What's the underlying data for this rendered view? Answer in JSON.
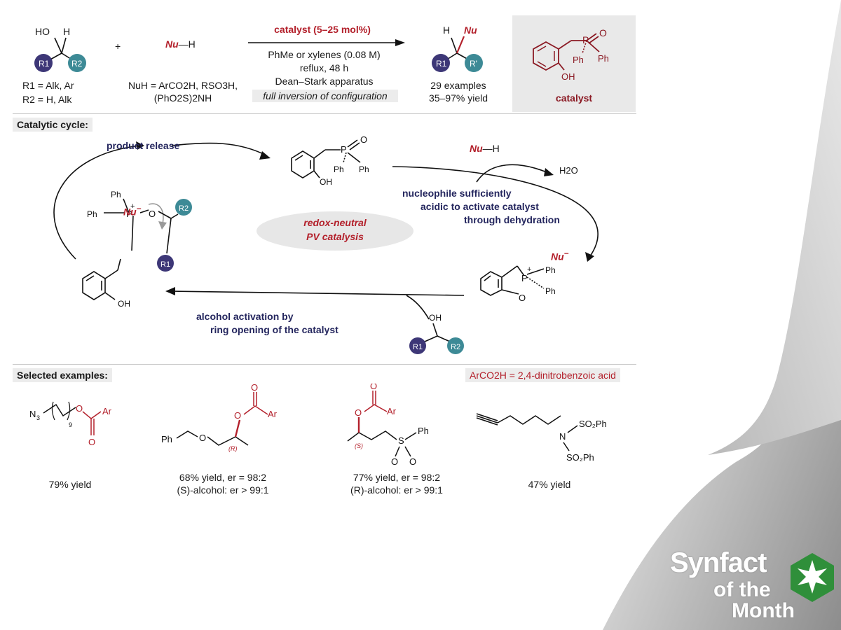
{
  "scheme": {
    "substrate": {
      "oh": "HO",
      "h": "H",
      "r1": "R1",
      "r2": "R2",
      "r1_def": "R1 = Alk, Ar",
      "r2_def": "R2 = H, Alk"
    },
    "plus": "+",
    "nucleophile": {
      "nu": "Nu",
      "h": "—H",
      "def_line1": "NuH = ArCO2H, RSO3H,",
      "def_line2": "(PhO2S)2NH"
    },
    "conditions": {
      "catalyst_loading": "catalyst (5–25 mol%)",
      "solvent": "PhMe or xylenes (0.08 M)",
      "temp_time": "reflux, 48 h",
      "apparatus": "Dean–Stark apparatus",
      "stereo_note": "full inversion of configuration"
    },
    "product": {
      "h": "H",
      "nu": "Nu",
      "r1": "R1",
      "r2": "R'",
      "examples": "29 examples",
      "yield_range": "35–97% yield"
    },
    "catalyst_box": {
      "label": "catalyst",
      "p_eq_o": "P=O",
      "ph1": "Ph",
      "ph2": "Ph",
      "oh": "OH"
    }
  },
  "cycle": {
    "section_label": "Catalytic cycle:",
    "product_release": "product release",
    "nuh_nu": "Nu",
    "nuh_h": "—H",
    "water": "H2O",
    "activation_line1": "nucleophile sufficiently",
    "activation_line2": "acidic to activate catalyst",
    "activation_line3": "through dehydration",
    "center_line1": "redox-neutral",
    "center_line2": "PV catalysis",
    "alcohol_line1": "alcohol activation by",
    "alcohol_line2": "ring opening of the catalyst",
    "nu_minus": "Nu",
    "ph": "Ph",
    "oh": "OH",
    "o": "O",
    "p": "P",
    "r1": "R1",
    "r2": "R2"
  },
  "examples": {
    "section_label": "Selected examples:",
    "arco2h_note": "ArCO2H = 2,4-dinitrobenzoic acid",
    "items": [
      {
        "yield": "79% yield",
        "er": "",
        "alcohol_er": ""
      },
      {
        "yield": "68% yield, er = 98:2",
        "er": "",
        "alcohol_er": "(S)-alcohol: er > 99:1"
      },
      {
        "yield": "77% yield, er = 98:2",
        "er": "",
        "alcohol_er": "(R)-alcohol: er > 99:1"
      },
      {
        "yield": "47% yield",
        "er": "",
        "alcohol_er": ""
      }
    ]
  },
  "branding": {
    "word1": "Synfact",
    "word2": "of the",
    "word3": "Month",
    "accent": "#2f8f3a"
  }
}
